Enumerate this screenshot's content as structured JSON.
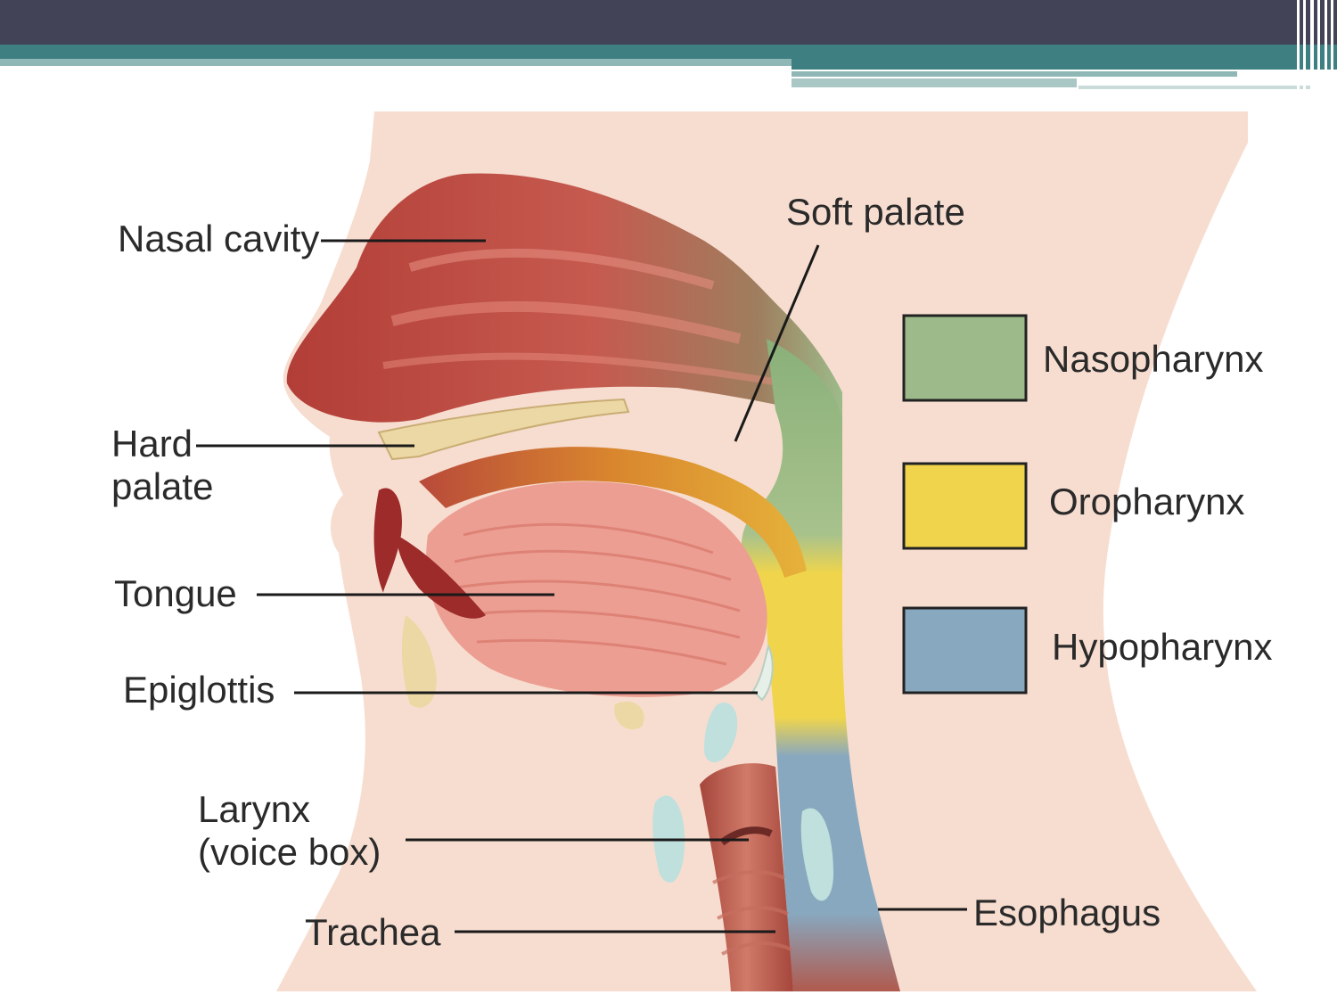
{
  "theme": {
    "header_dark": "#434358",
    "header_teal": "#3e7f82",
    "header_teal_light": "#8fb7b5",
    "skin": "#f7ddd0",
    "nasal": "#b84a42",
    "tongue": "#e99a8d",
    "nasopharynx_color": "#9dbb8a",
    "oropharynx_color": "#f0d54c",
    "hypopharynx_color": "#88a8bf"
  },
  "labels": {
    "nasal_cavity": "Nasal cavity",
    "soft_palate": "Soft palate",
    "hard_palate_line1": "Hard",
    "hard_palate_line2": "palate",
    "tongue": "Tongue",
    "epiglottis": "Epiglottis",
    "larynx_line1": "Larynx",
    "larynx_line2": "(voice box)",
    "trachea": "Trachea",
    "esophagus": "Esophagus"
  },
  "legend": [
    {
      "label": "Nasopharynx",
      "icon": "green-swatch"
    },
    {
      "label": "Oropharynx",
      "icon": "yellow-swatch"
    },
    {
      "label": "Hypopharynx",
      "icon": "blue-swatch"
    }
  ]
}
